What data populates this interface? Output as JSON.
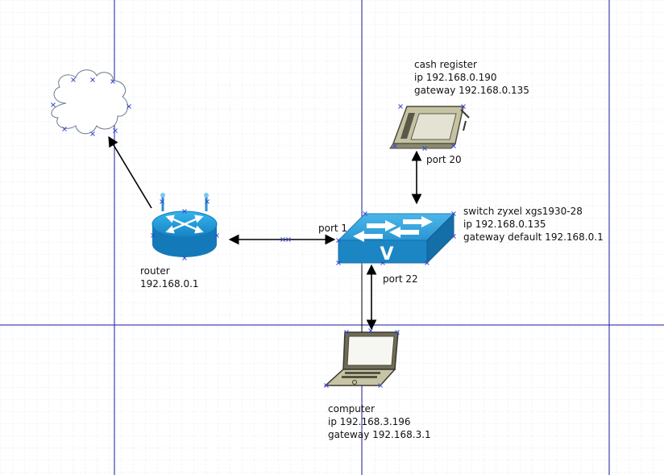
{
  "diagram": {
    "cloud": {
      "name": ""
    },
    "router": {
      "label": "router",
      "ip": "192.168.0.1"
    },
    "switch": {
      "label": "switch zyxel xgs1930-28",
      "ip": "ip 192.168.0.135",
      "gateway": "gateway default 192.168.0.1",
      "badge": "V"
    },
    "cash_register": {
      "label": "cash register",
      "ip": "ip 192.168.0.190",
      "gateway": "gateway 192.168.0.135"
    },
    "computer": {
      "label": "computer",
      "ip": "ip 192.168.3.196",
      "gateway": "gateway 192.168.3.1"
    },
    "ports": {
      "router_link": "port 1",
      "cash_register_link": "port 20",
      "computer_link": "port 22"
    }
  },
  "colors": {
    "grid": "#d6dce6",
    "guide": "#1a1aa0",
    "router_body": "#1e9bd7",
    "switch_top": "#2f9fd8",
    "switch_front": "#1c86c4",
    "connector_x": "#3a4ad8"
  }
}
